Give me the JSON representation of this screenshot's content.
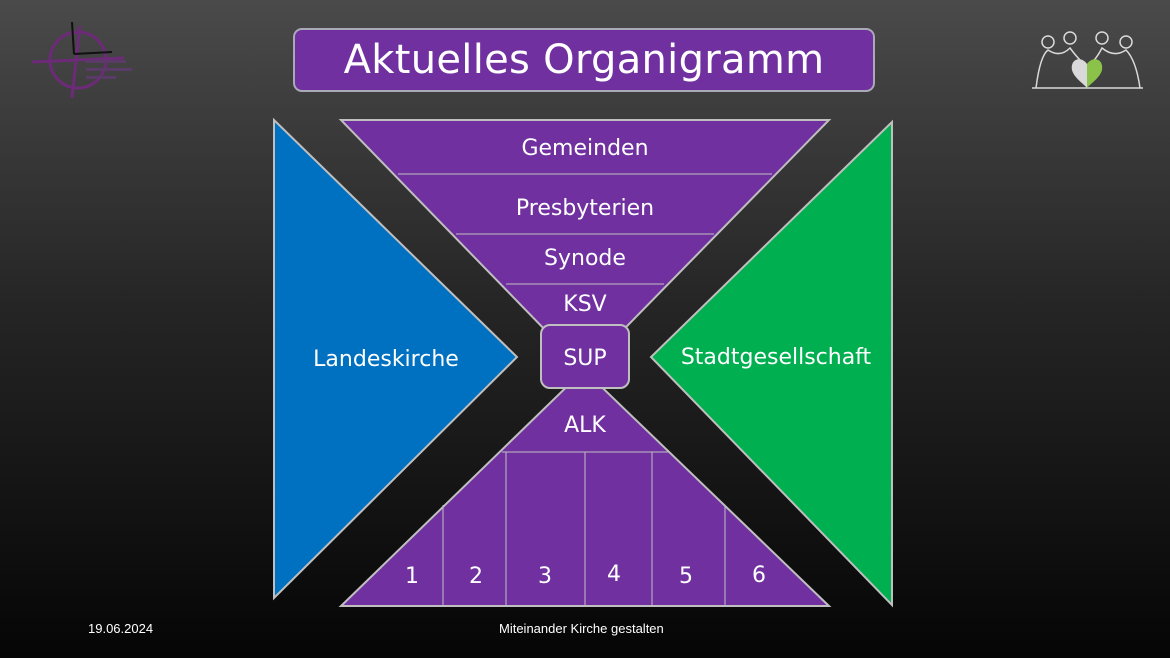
{
  "slide": {
    "title": "Aktuelles Organigramm",
    "date": "19.06.2024",
    "footer_text": "Miteinander Kirche gestalten"
  },
  "diagram": {
    "left_triangle": {
      "label": "Landeskirche",
      "color": "#0070c0"
    },
    "right_triangle": {
      "label": "Stadtgesellschaft",
      "color": "#00b050"
    },
    "top_funnel": {
      "color": "#7030a0",
      "levels": [
        "Gemeinden",
        "Presbyterien",
        "Synode",
        "KSV"
      ]
    },
    "center": {
      "label": "SUP"
    },
    "bottom_pyramid": {
      "color": "#7030a0",
      "top_label": "ALK",
      "segments": [
        "1",
        "2",
        "3",
        "4",
        "5",
        "6"
      ]
    }
  }
}
